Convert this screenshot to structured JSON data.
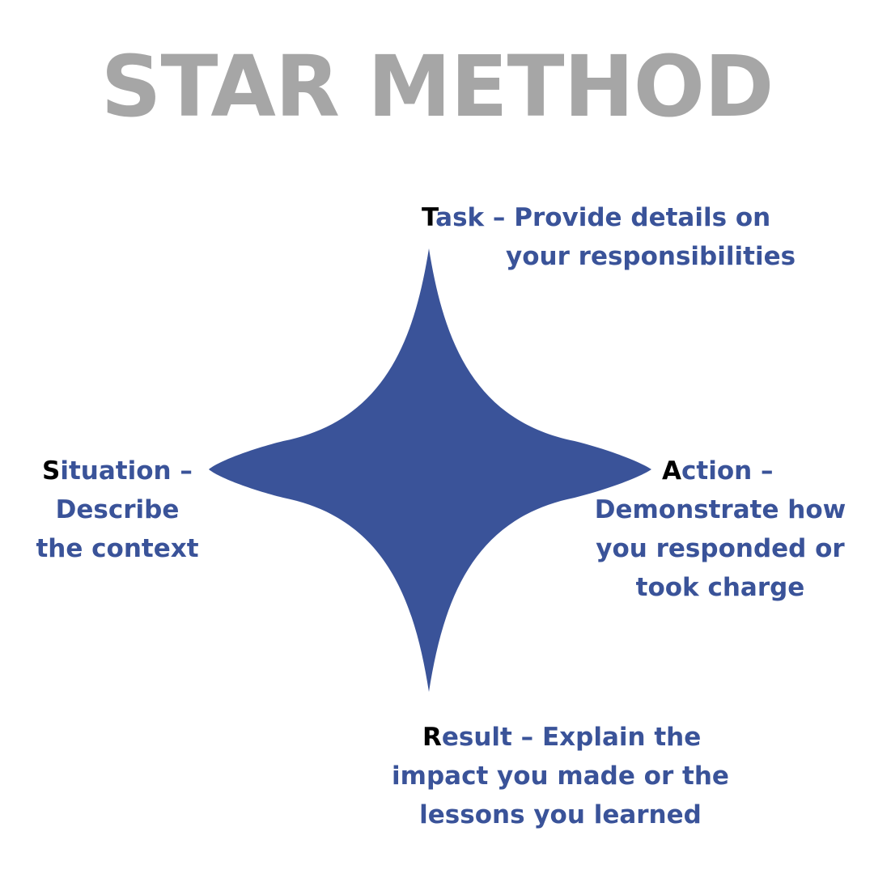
{
  "title": "STAR METHOD",
  "colors": {
    "title": "#a6a6a6",
    "star": "#3a5399",
    "text": "#3a5399",
    "initial": "#000000"
  },
  "labels": {
    "task": {
      "initial": "T",
      "line1_rest": "ask – Provide details on",
      "line2": "your responsibilities"
    },
    "situation": {
      "initial": "S",
      "line1_rest": "ituation –",
      "line2": "Describe",
      "line3": "the context"
    },
    "action": {
      "initial": "A",
      "line1_rest": "ction –",
      "line2": "Demonstrate how",
      "line3": "you responded or",
      "line4": "took charge"
    },
    "result": {
      "initial": "R",
      "line1_rest": "esult – Explain the",
      "line2": "impact you made or the",
      "line3": "lessons you learned"
    }
  }
}
